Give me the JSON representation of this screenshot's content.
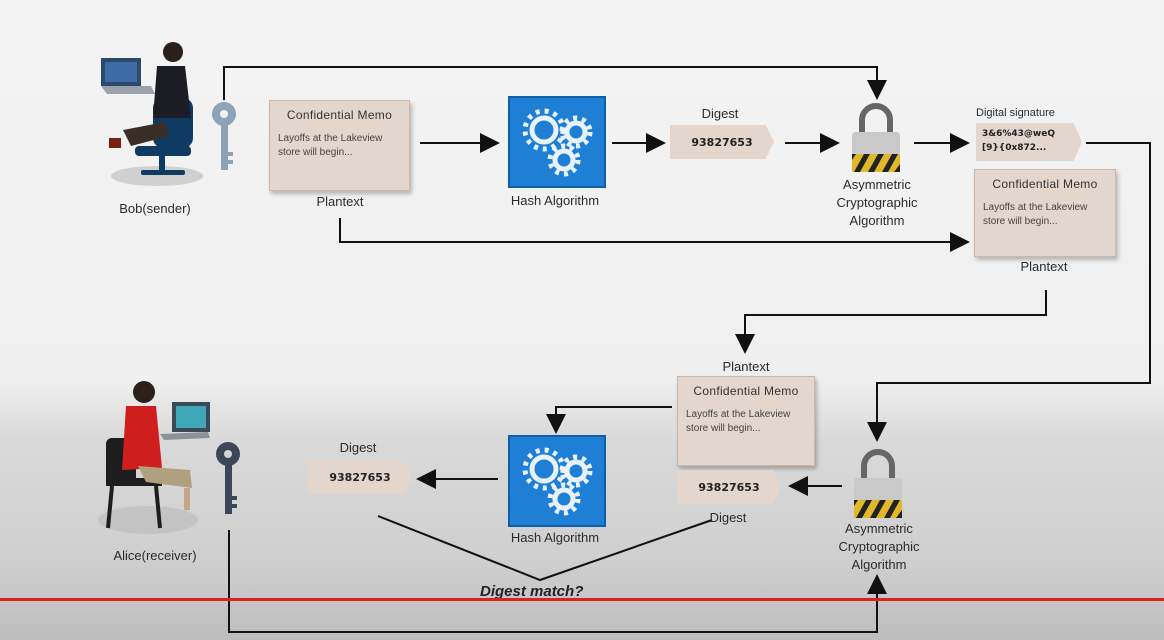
{
  "sender": {
    "label": "Bob(sender)"
  },
  "receiver": {
    "label": "Alice(receiver)"
  },
  "memo": {
    "title": "Confidential Memo",
    "body": "Layoffs at the Lakeview store will begin..."
  },
  "plaintext_label": "Plantext",
  "hash_label": "Hash Algorithm",
  "digest_label": "Digest",
  "digest_value": "93827653",
  "asym_label": [
    "Asymmetric",
    "Cryptographic",
    "Algorithm"
  ],
  "signature": {
    "label": "Digital signature",
    "line1": "3&6%43@weQ",
    "line2": "[9}{0x872..."
  },
  "match_question": "Digest match?",
  "colors": {
    "memo": "#e3d6cd",
    "hash": "#1f7fd4",
    "redline": "#e0201c"
  },
  "icons": [
    "person-at-laptop-icon",
    "key-icon",
    "gears-icon",
    "padlock-icon"
  ]
}
